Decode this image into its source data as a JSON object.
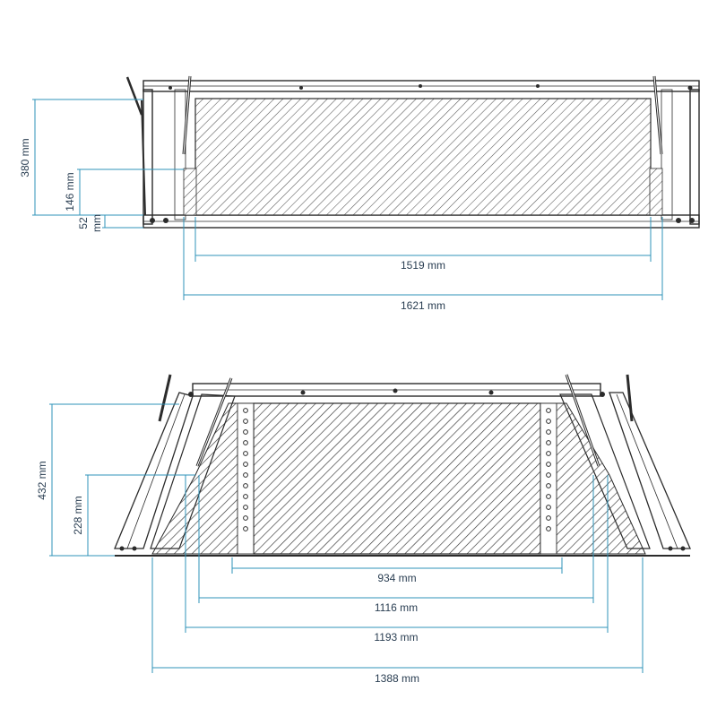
{
  "colors": {
    "dimension": "#2f93b8",
    "frame": "#2b2b2b",
    "hatch": "#444444",
    "text": "#2a3e52"
  },
  "top_view": {
    "height_overall": "380 mm",
    "height_lower": "146 mm",
    "height_bottom_line1": "52",
    "height_bottom_line2": "mm",
    "width_inner": "1519 mm",
    "width_outer": "1621 mm"
  },
  "bottom_view": {
    "height_overall": "432 mm",
    "height_lower": "228 mm",
    "width_1": "934 mm",
    "width_2": "1116 mm",
    "width_3": "1193 mm",
    "width_4": "1388 mm"
  }
}
